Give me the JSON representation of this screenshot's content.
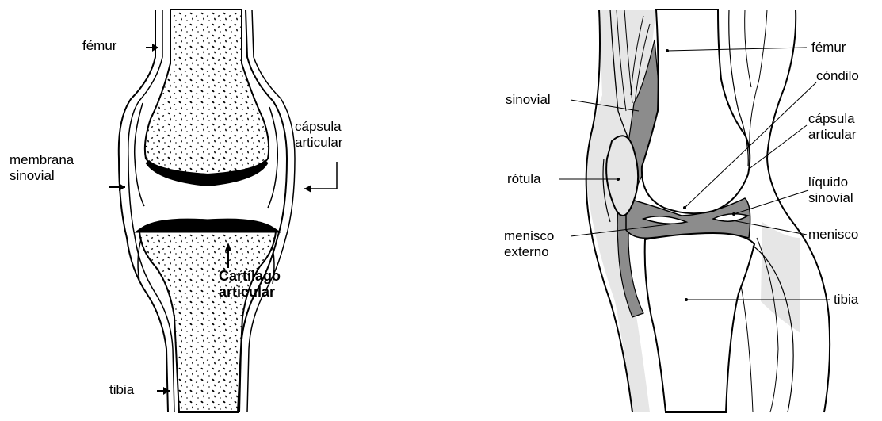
{
  "left_diagram": {
    "labels": {
      "femur": "fémur",
      "membrana_sinovial": "membrana\nsinovial",
      "capsula_articular": "cápsula\narticular",
      "cartilago_articular": "Cartílago\narticular",
      "tibia": "tibia"
    }
  },
  "right_diagram": {
    "labels": {
      "femur": "fémur",
      "condilo": "cóndilo",
      "sinovial": "sinovial",
      "capsula_articular": "cápsula\narticular",
      "rotula": "rótula",
      "liquido_sinovial": "líquido\nsinovial",
      "menisco_externo": "menisco\nexterno",
      "menisco": "menisco",
      "tibia": "tibia"
    }
  },
  "colors": {
    "ink": "#000000",
    "synovial_fill": "#8c8c8c",
    "light_fill": "#e6e6e6",
    "background": "#ffffff"
  }
}
